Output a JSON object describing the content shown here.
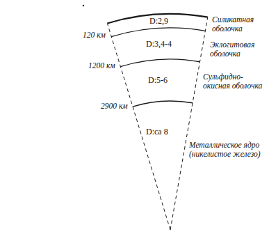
{
  "diagram": {
    "nodes": [
      {
        "text": [
          "D:2,9",
          "Силикатная оболочка"
        ]
      },
      {
        "text": [
          "D:3,4-4",
          "Эклогитовая оболочка"
        ]
      },
      {
        "text": [
          "D:5-6",
          "Сульфидно-окисная оболочка"
        ]
      },
      {
        "text": [
          "D:ca 8",
          "Металлическое ядро (никелистое железо)"
        ]
      }
    ],
    "labels": [
      "120 км",
      "1200 км",
      "2900 км"
    ]
  }
}
